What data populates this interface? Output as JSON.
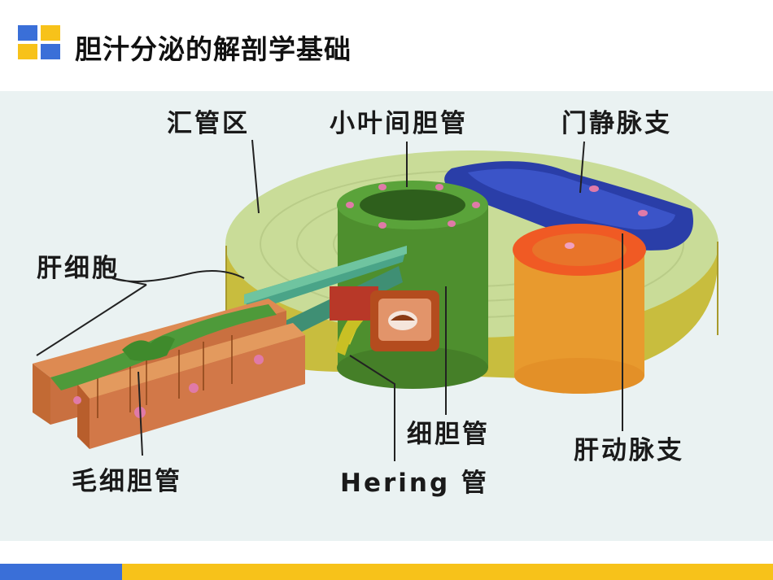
{
  "title": "胆汁分泌的解剖学基础",
  "labels": {
    "huiguanqu": "汇管区",
    "xiaoye_danguan": "小叶间胆管",
    "menjingmai": "门静脉支",
    "ganxibao": "肝细胞",
    "xidanguan": "细胆管",
    "gandongmai": "肝动脉支",
    "maoxi_danguan": "毛细胆管",
    "hering": "Hering 管"
  },
  "colors": {
    "accent_blue": "#3a6fd8",
    "accent_yellow": "#f7c21a"
  }
}
